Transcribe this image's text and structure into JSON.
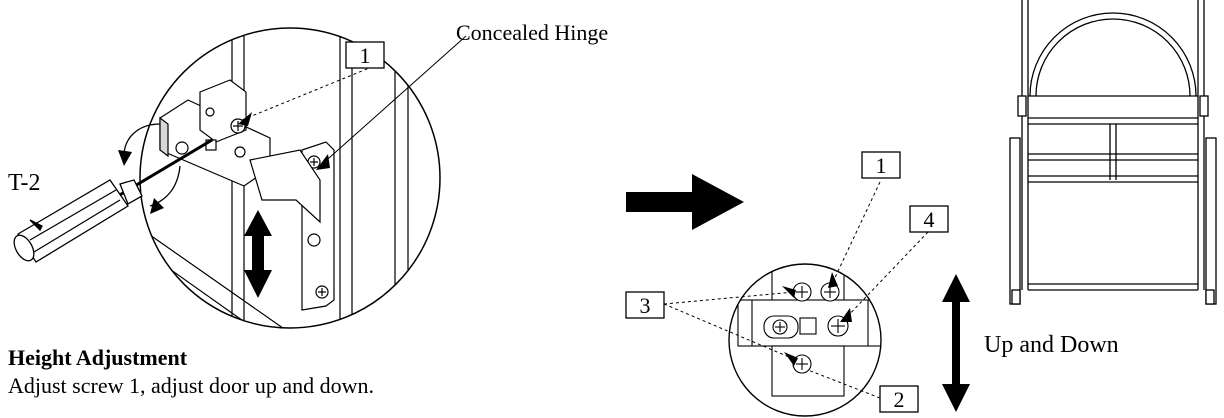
{
  "labels": {
    "concealed_hinge": "Concealed Hinge",
    "tool": "T-2",
    "callout_1_top": "1",
    "callout_1_detail": "1",
    "callout_2": "2",
    "callout_3": "3",
    "callout_4": "4",
    "up_and_down": "Up and Down"
  },
  "caption": {
    "title": "Height Adjustment",
    "body": "Adjust screw 1, adjust door up and down."
  },
  "colors": {
    "ink": "#000000",
    "background": "#ffffff",
    "part_fill": "#ffffff",
    "shade": "#d8d8d8"
  }
}
